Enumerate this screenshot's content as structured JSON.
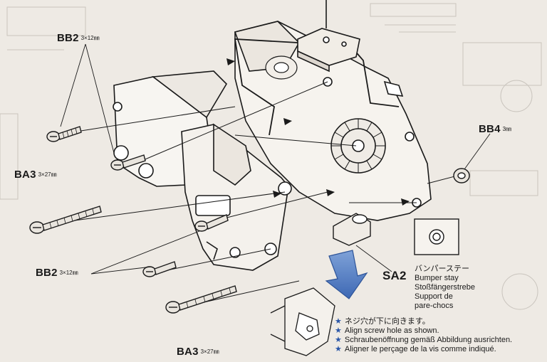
{
  "parts": {
    "bb2_top": {
      "code": "BB2",
      "size": "3×12㎜"
    },
    "ba3_left": {
      "code": "BA3",
      "size": "3×27㎜"
    },
    "bb4": {
      "code": "BB4",
      "size": "3㎜"
    },
    "bb2_bottom": {
      "code": "BB2",
      "size": "3×12㎜"
    },
    "sa2": {
      "code": "SA2"
    },
    "ba3_bottom": {
      "code": "BA3",
      "size": "3×27㎜"
    }
  },
  "bumper_stay": {
    "japanese": "バンパーステー",
    "english": "Bumper stay",
    "german": "Stoßfängerstrebe",
    "french_line1": "Support de",
    "french_line2": "pare-chocs"
  },
  "notes": [
    "ネジ穴が下に向きます。",
    "Align screw hole as shown.",
    "Schraubenöffnung gemäß Abbildung ausrichten.",
    "Aligner le perçage de la vis comme indiqué."
  ],
  "colors": {
    "paper": "#eeeae4",
    "ink": "#1a1a1a",
    "arrow": "#4a78c0",
    "star": "#2a56a8"
  }
}
